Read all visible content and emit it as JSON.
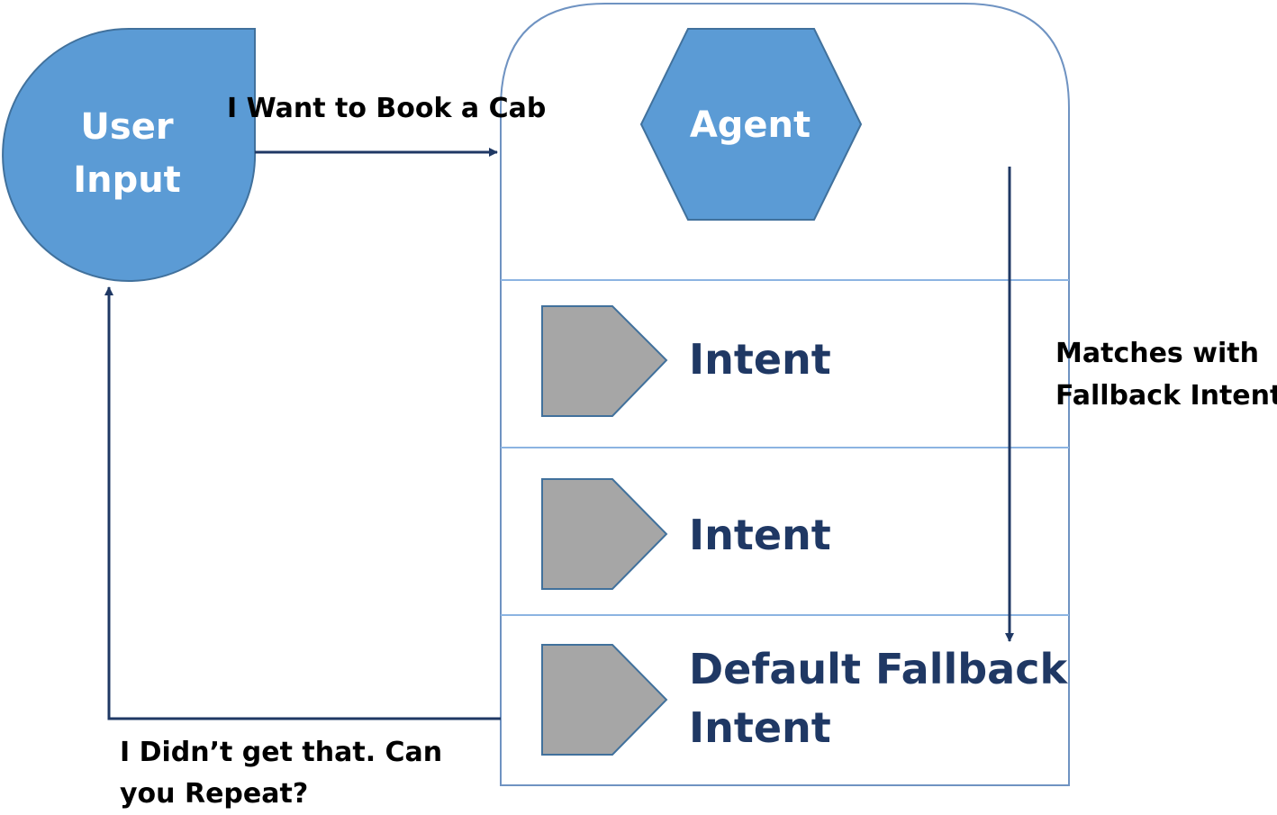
{
  "user_input": {
    "line1": "User",
    "line2": "Input"
  },
  "agent": {
    "label": "Agent"
  },
  "intents": [
    {
      "line1": "Intent",
      "line2": ""
    },
    {
      "line1": "Intent",
      "line2": ""
    },
    {
      "line1": "Default Fallback",
      "line2": "Intent"
    }
  ],
  "edges": {
    "request": "I Want to Book a Cab",
    "match_line1": "Matches with",
    "match_line2": "Fallback Intent",
    "reply_line1": "I Didn’t get that. Can",
    "reply_line2": "you Repeat?"
  },
  "colors": {
    "shape_fill": "#5B9BD5",
    "shape_stroke": "#41719C",
    "container_stroke": "#6F93C2",
    "divider": "#8CB4E2",
    "arrow": "#1F3864",
    "pentagon_fill": "#A6A6A6",
    "intent_text": "#1F3864"
  }
}
